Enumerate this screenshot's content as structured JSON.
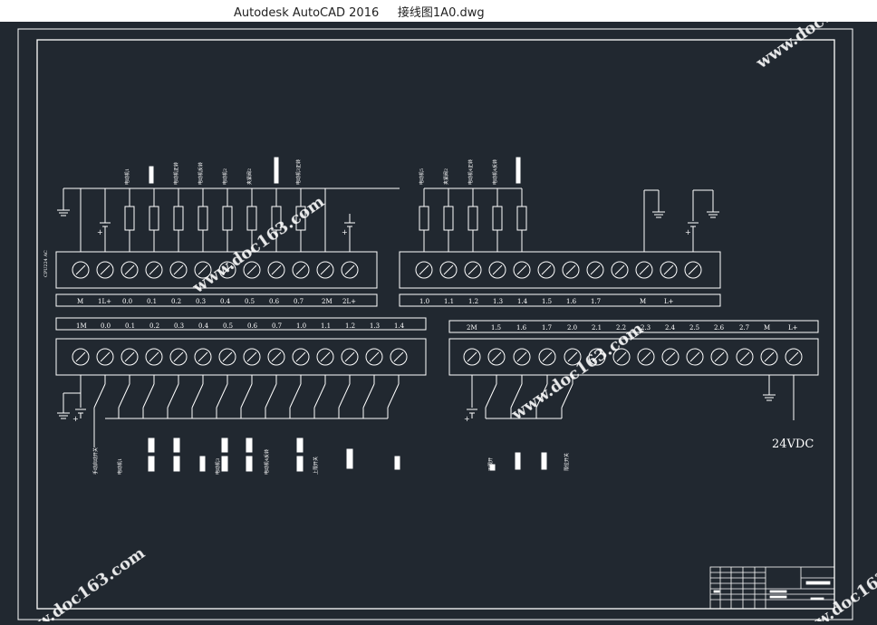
{
  "window": {
    "title": "Autodesk AutoCAD 2016     接线图1A0.dwg"
  },
  "watermark": {
    "text": "www.doc163.com"
  },
  "colors": {
    "background": "#212830",
    "lines": "#ffffff"
  },
  "plc_top_left": {
    "model": "CPU224 AC",
    "output_labels": [
      "M",
      "1L+",
      "0.0",
      "0.1",
      "0.2",
      "0.3",
      "0.4",
      "0.5",
      "0.6",
      "0.7",
      "2M",
      "2L+"
    ],
    "load_labels": [
      "电动机1",
      "",
      "电动机正转",
      "电动机反转",
      "电动机2",
      "夹紧阀2",
      "",
      "电动机3正转",
      "电动机3反转"
    ]
  },
  "plc_top_right": {
    "output_labels": [
      "1.0",
      "1.1",
      "1.2",
      "1.3",
      "1.4",
      "1.5",
      "1.6",
      "1.7",
      "",
      "M",
      "L+"
    ],
    "load_labels": [
      "电动机5",
      "夹紧阀2",
      "电动机4正转",
      "电动机4反转"
    ]
  },
  "plc_bottom_left": {
    "input_labels": [
      "1M",
      "0.0",
      "0.1",
      "0.2",
      "0.3",
      "0.4",
      "0.5",
      "0.6",
      "0.7",
      "1.0",
      "1.1",
      "1.2",
      "1.3",
      "1.4"
    ],
    "switch_labels": [
      "手动启动开关",
      "电动机1",
      "",
      "",
      "",
      "电动机3",
      "",
      "电动机4反转",
      "",
      "上限开关",
      ""
    ]
  },
  "plc_bottom_right": {
    "input_labels": [
      "2M",
      "1.5",
      "1.6",
      "1.7",
      "2.0",
      "2.1",
      "2.2",
      "2.3",
      "2.4",
      "2.5",
      "2.6",
      "2.7",
      "M",
      "L+"
    ],
    "switch_labels": [
      "下限开",
      "",
      "",
      "限位开关"
    ],
    "supply": "24VDC"
  }
}
